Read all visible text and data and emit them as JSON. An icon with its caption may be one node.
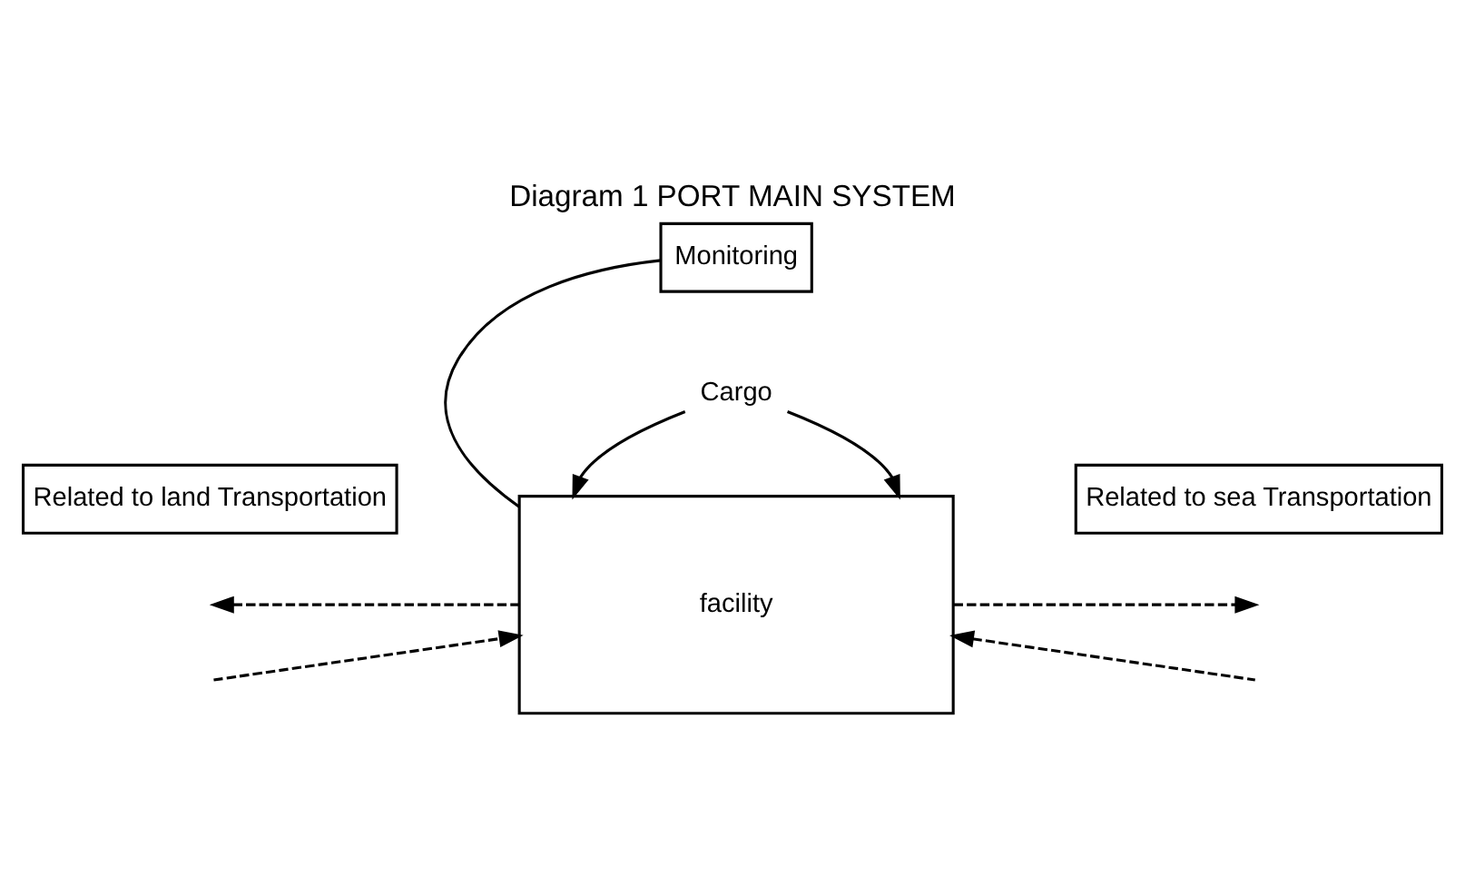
{
  "diagram": {
    "title": "Diagram 1 PORT MAIN SYSTEM",
    "nodes": [
      {
        "text": [
          "Monitoring"
        ]
      },
      {
        "text": [
          "facility"
        ]
      },
      {
        "text": [
          "Related to land Transportation"
        ]
      },
      {
        "text": [
          "Related to sea Transportation"
        ]
      },
      {
        "text": [
          "Cargo"
        ]
      }
    ],
    "edges": [
      {
        "from": 0,
        "to": 1,
        "arrow": "none"
      },
      {
        "from": null,
        "to": 1,
        "arrow": "to",
        "style": "dashed"
      },
      {
        "from": 1,
        "to": null,
        "arrow": "to",
        "style": "dashed"
      },
      {
        "from": null,
        "to": 1,
        "arrow": "to",
        "style": "dashed"
      },
      {
        "from": 1,
        "to": null,
        "arrow": "to",
        "style": "dashed"
      },
      {
        "from": 4,
        "to": 1,
        "arrow": "to"
      },
      {
        "from": 4,
        "to": 1,
        "arrow": "to"
      }
    ]
  }
}
